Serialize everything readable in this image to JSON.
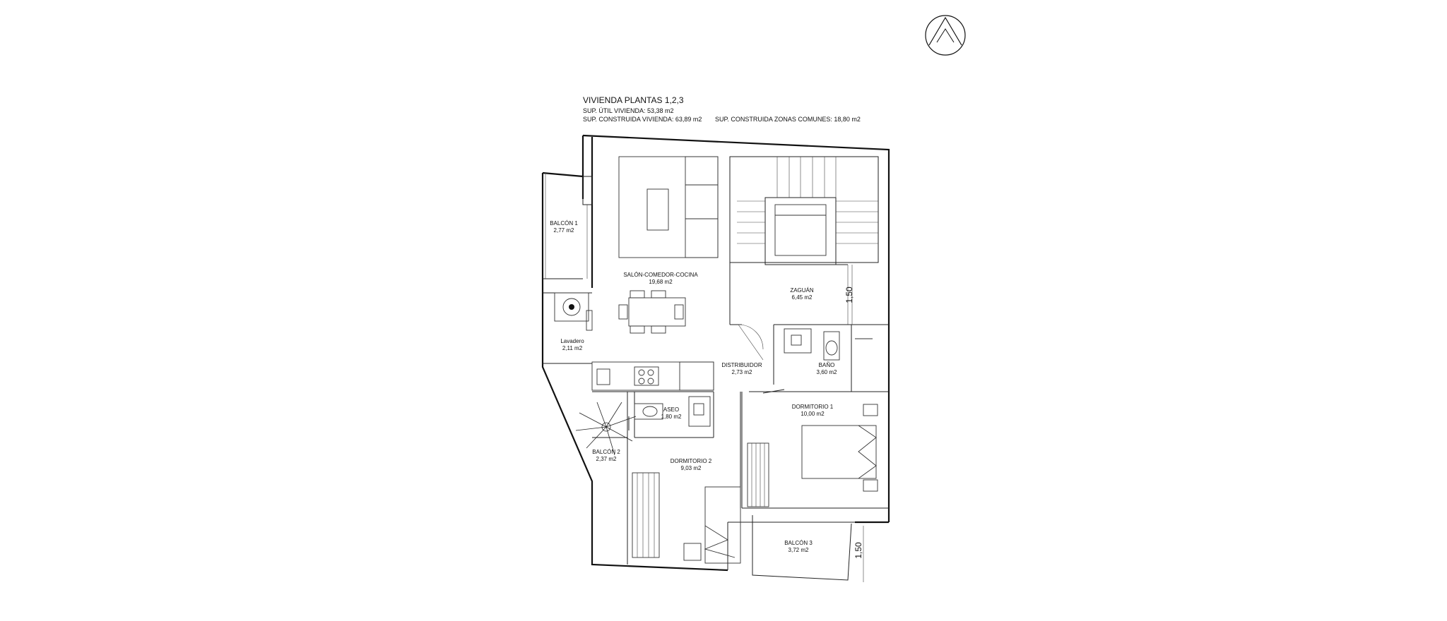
{
  "header": {
    "title": "VIVIENDA PLANTAS 1,2,3",
    "sup_util": "SUP. ÚTIL VIVIENDA: 53,38 m2",
    "sup_construida": "SUP. CONSTRUIDA VIVIENDA: 63,89 m2",
    "sup_comunes": "SUP. CONSTRUIDA ZONAS COMUNES: 18,80 m2"
  },
  "rooms": {
    "balcon1": {
      "name": "BALCÓN 1",
      "area": "2,77 m2"
    },
    "salon": {
      "name": "SALÓN-COMEDOR-COCINA",
      "area": "19,68 m2"
    },
    "zaguan": {
      "name": "ZAGUÁN",
      "area": "6,45 m2"
    },
    "lavadero": {
      "name": "Lavadero",
      "area": "2,11 m2"
    },
    "distribuidor": {
      "name": "DISTRIBUIDOR",
      "area": "2,73 m2"
    },
    "bano": {
      "name": "BAÑO",
      "area": "3,60 m2"
    },
    "aseo": {
      "name": "ASEO",
      "area": "1,80 m2"
    },
    "dormitorio1": {
      "name": "DORMITORIO 1",
      "area": "10,00 m2"
    },
    "balcon2": {
      "name": "BALCÓN 2",
      "area": "2,37 m2"
    },
    "dormitorio2": {
      "name": "DORMITORIO 2",
      "area": "9,03 m2"
    },
    "balcon3": {
      "name": "BALCÓN 3",
      "area": "3,72 m2"
    }
  },
  "dimensions": {
    "zaguan_width": "1,50",
    "balcon3_depth": "1,50"
  },
  "icons": {
    "north": "north-arrow-icon"
  }
}
